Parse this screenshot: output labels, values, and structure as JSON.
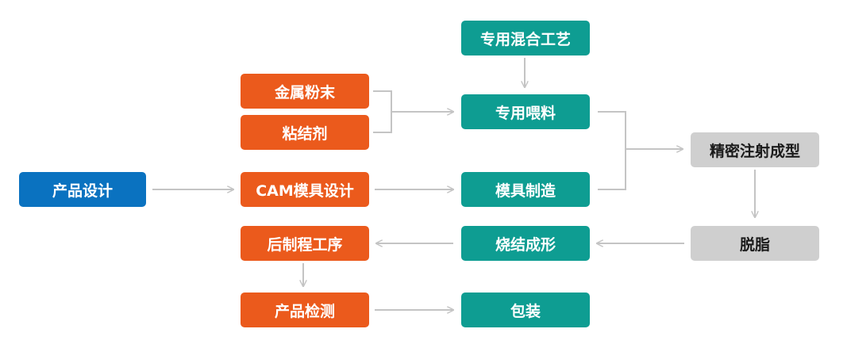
{
  "nodes": {
    "product_design": "产品设计",
    "cam_mold_design": "CAM模具设计",
    "metal_powder": "金属粉末",
    "binder": "粘结剂",
    "post_process": "后制程工序",
    "product_inspection": "产品检测",
    "special_mixing": "专用混合工艺",
    "special_feedstock": "专用喂料",
    "mold_making": "模具制造",
    "sintering": "烧结成形",
    "packaging": "包装",
    "precision_injection": "精密注射成型",
    "debinding": "脱脂"
  },
  "colors": {
    "blue": "#0a72c0",
    "orange": "#eb5a1c",
    "teal": "#0e9d92",
    "gray": "#cfcfcf",
    "connector": "#c4c4c4"
  }
}
